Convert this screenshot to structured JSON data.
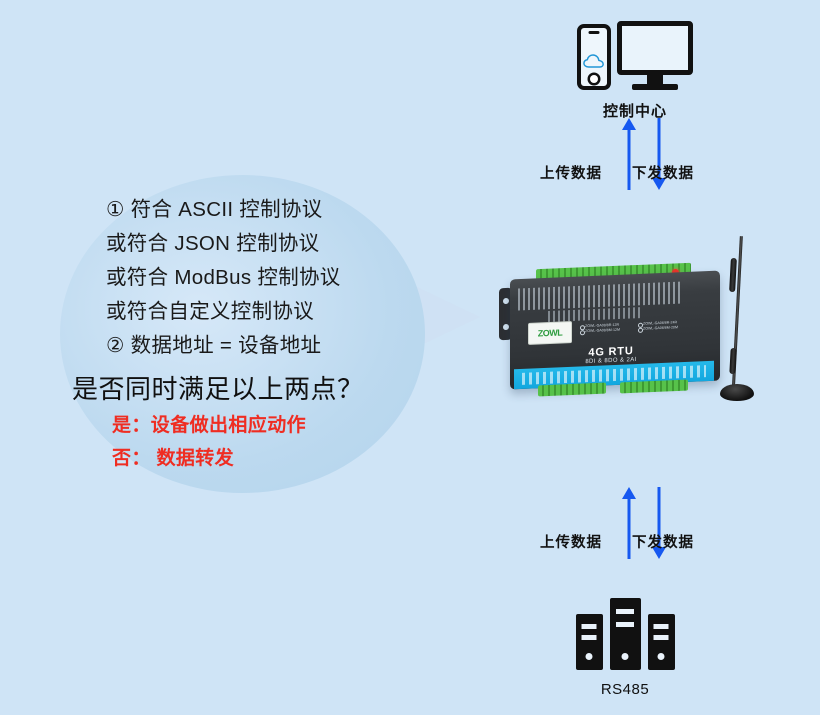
{
  "background_color": "#cfe4f6",
  "bubble": {
    "conditions": [
      "① 符合 ASCII 控制协议",
      "或符合 JSON 控制协议",
      "或符合 ModBus 控制协议",
      "或符合自定义控制协议",
      "② 数据地址 = 设备地址"
    ],
    "question": "是否同时满足以上两点？",
    "answers": [
      "是：设备做出相应动作",
      "否：  数据转发"
    ],
    "answer_color": "#ef2d22"
  },
  "control_center": {
    "label": "控制中心",
    "phone_icon": "smartphone-icon",
    "cloud_icon": "cloud-icon",
    "monitor_icon": "monitor-icon"
  },
  "flow_top": {
    "upload_label": "上传数据",
    "download_label": "下发数据",
    "arrow_color": "#1658f0"
  },
  "flow_bottom": {
    "upload_label": "上传数据",
    "download_label": "下发数据",
    "arrow_color": "#1658f0"
  },
  "device": {
    "brand": "ZOWL",
    "title": "4G RTU",
    "subtitle": "8DI & 8DO & 2AI",
    "models": [
      "ZOWL-GA08/8R-12R",
      "ZOWL-GA08/8R-24R",
      "ZOWL-GA08/8M-12M",
      "ZOWL-GA08/8M-20M"
    ],
    "led_color": "#e8342a",
    "terminal_color": "#57c24a",
    "strip_color": "#12a7df"
  },
  "rs485": {
    "label": "RS485",
    "server_icon": "server-tower-icon"
  }
}
